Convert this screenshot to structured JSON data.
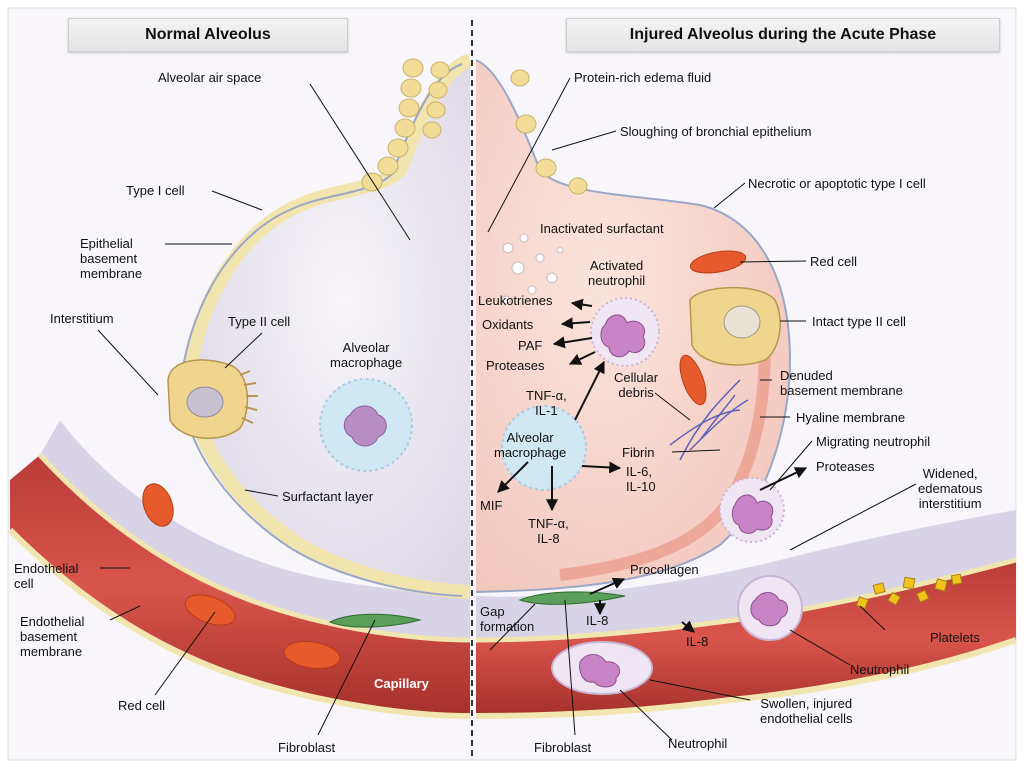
{
  "panels": {
    "left_title": "Normal Alveolus",
    "right_title": "Injured Alveolus during the Acute Phase"
  },
  "left_labels": {
    "alveolar_air_space": "Alveolar air space",
    "type_i_cell": "Type I cell",
    "epithelial_basement_membrane": "Epithelial\nbasement\nmembrane",
    "interstitium": "Interstitium",
    "type_ii_cell": "Type II cell",
    "alveolar_macrophage": "Alveolar\nmacrophage",
    "surfactant_layer": "Surfactant layer",
    "endothelial_cell": "Endothelial\ncell",
    "endothelial_basement_membrane": "Endothelial\nbasement\nmembrane",
    "red_cell": "Red cell",
    "fibroblast": "Fibroblast",
    "capillary": "Capillary"
  },
  "right_labels": {
    "protein_rich_edema_fluid": "Protein-rich edema fluid",
    "sloughing": "Sloughing of bronchial epithelium",
    "necrotic_type_i": "Necrotic or apoptotic type I cell",
    "inactivated_surfactant": "Inactivated surfactant",
    "activated_neutrophil": "Activated\nneutrophil",
    "red_cell": "Red cell",
    "leukotrienes": "Leukotrienes",
    "oxidants": "Oxidants",
    "paf": "PAF",
    "proteases": "Proteases",
    "intact_type_ii": "Intact type II cell",
    "tnf_il1": "TNF-α,\nIL-1",
    "cellular_debris": "Cellular\ndebris",
    "denuded_basement_membrane": "Denuded\nbasement membrane",
    "hyaline_membrane": "Hyaline membrane",
    "alveolar_macrophage": "Alveolar\nmacrophage",
    "fibrin": "Fibrin",
    "migrating_neutrophil": "Migrating neutrophil",
    "il6_il10": "IL-6,\nIL-10",
    "proteases2": "Proteases",
    "widened_interstitium": "Widened,\nedematous\ninterstitium",
    "mif": "MIF",
    "tnf_il8": "TNF-α,\nIL-8",
    "procollagen": "Procollagen",
    "gap_formation": "Gap\nformation",
    "il8_a": "IL-8",
    "il8_b": "IL-8",
    "platelets": "Platelets",
    "neutrophil": "Neutrophil",
    "swollen_endothelial": "Swollen, injured\nendothelial cells",
    "fibroblast": "Fibroblast",
    "neutrophil2": "Neutrophil"
  },
  "colors": {
    "background": "#ffffff",
    "airspace": "#ece8f1",
    "edema": "#f6d5cd",
    "epithelium": "#f2e6b0",
    "interstitium": "#d9d6e8",
    "capillary": "#c23a37",
    "red_cell": "#e05a2e",
    "macrophage": "#bfe2f1",
    "neutrophil": "#c884c5",
    "platelet": "#f0c21b"
  }
}
